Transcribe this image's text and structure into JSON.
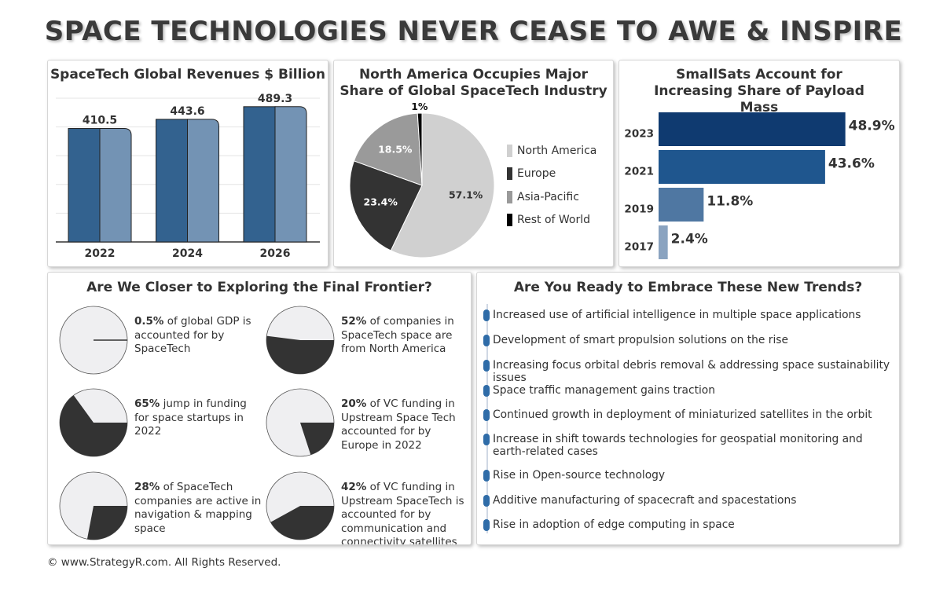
{
  "title": "SPACE TECHNOLOGIES NEVER CEASE TO AWE & INSPIRE",
  "footer": "© www.StrategyR.com. All Rights Reserved.",
  "colors": {
    "bar_dark": "#33628f",
    "bar_light": "#7393b4",
    "navy": "#0f3a70",
    "pie_dark": "#333333",
    "pie_light": "#d0d0d0",
    "pie_mid": "#9a9a9a",
    "black": "#000000",
    "stat_bg": "#efeff1"
  },
  "chart_data": [
    {
      "type": "bar",
      "title": "SpaceTech Global Revenues $ Billion",
      "categories": [
        "2022",
        "2024",
        "2026"
      ],
      "values": [
        410.5,
        443.6,
        489.3
      ],
      "value_labels": [
        "410.5",
        "443.6",
        "489.3"
      ],
      "ylim": [
        0,
        520
      ],
      "grid": true
    },
    {
      "type": "pie",
      "title": "North America Occupies Major Share of Global SpaceTech Industry",
      "labels": [
        "North America",
        "Europe",
        "Asia-Pacific",
        "Rest of World"
      ],
      "values": [
        57.1,
        23.4,
        18.5,
        1
      ],
      "value_labels": [
        "57.1%",
        "23.4%",
        "18.5%",
        "1%"
      ],
      "legend": "right"
    },
    {
      "type": "bar",
      "orientation": "horizontal",
      "title": "SmallSats Account for Increasing Share of Payload Mass",
      "categories": [
        "2023",
        "2021",
        "2019",
        "2017"
      ],
      "values": [
        48.9,
        43.6,
        11.8,
        2.4
      ],
      "value_labels": [
        "48.9%",
        "43.6%",
        "11.8%",
        "2.4%"
      ],
      "xlim": [
        0,
        50
      ]
    }
  ],
  "frontier": {
    "title": "Are We Closer to Exploring the Final Frontier?",
    "stats": [
      {
        "value": 0.5,
        "bold": "0.5%",
        "text": " of global GDP is accounted for by SpaceTech"
      },
      {
        "value": 52,
        "bold": "52%",
        "text": " of companies in SpaceTech space are from North America"
      },
      {
        "value": 65,
        "bold": "65%",
        "text": " jump in funding for space startups in 2022"
      },
      {
        "value": 20,
        "bold": "20%",
        "text": " of VC funding in Upstream Space Tech accounted for by Europe in 2022"
      },
      {
        "value": 28,
        "bold": "28%",
        "text": " of SpaceTech companies are active in navigation & mapping space"
      },
      {
        "value": 42,
        "bold": "42%",
        "text": " of VC funding in Upstream SpaceTech is accounted for by communication and connectivity satellites"
      }
    ]
  },
  "trends": {
    "title": "Are You Ready to Embrace These New Trends?",
    "items": [
      "Increased use of artificial intelligence in multiple space applications",
      "Development of smart propulsion solutions on the rise",
      "Increasing focus orbital debris removal & addressing space sustainability issues",
      "Space traffic management gains traction",
      "Continued growth in deployment of miniaturized satellites in the orbit",
      "Increase in shift towards technologies for geospatial monitoring and earth-related cases",
      "Rise in Open-source technology",
      "Additive manufacturing of spacecraft and spacestations",
      "Rise in adoption of edge computing in space"
    ]
  }
}
